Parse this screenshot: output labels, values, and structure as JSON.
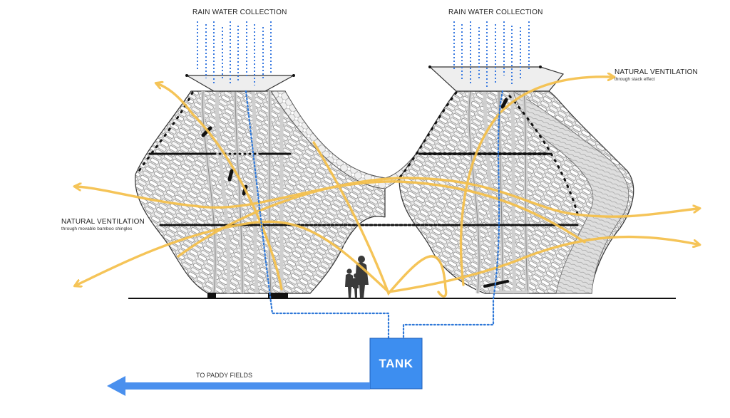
{
  "labels": {
    "rain_left": "RAIN WATER COLLECTION",
    "rain_right": "RAIN WATER COLLECTION",
    "vent_top_title": "NATURAL VENTILATION",
    "vent_top_sub": "through stack effect",
    "vent_left_title": "NATURAL VENTILATION",
    "vent_left_sub": "through movable bamboo shingles",
    "tank": "TANK",
    "paddy": "TO PADDY FIELDS"
  },
  "colors": {
    "airflow": "#f5c04a",
    "water": "#2f78d8",
    "tank": "#3d8ef0",
    "ground": "#111111",
    "structure": "#555555"
  },
  "icons": {
    "airflow_arrow": "curved-arrow-icon",
    "water_arrow": "left-arrow-icon",
    "people": "people-silhouette-icon"
  }
}
